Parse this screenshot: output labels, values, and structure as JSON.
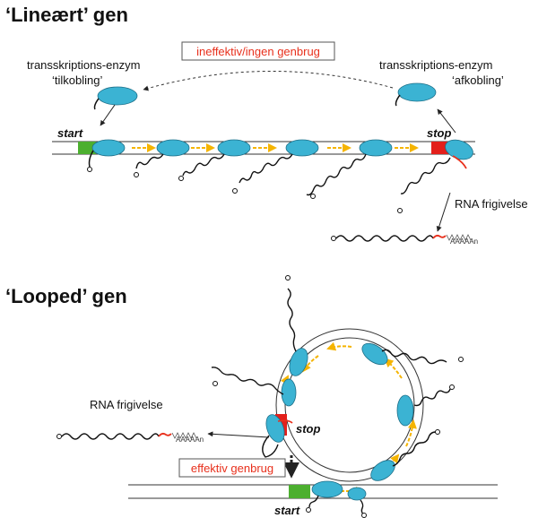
{
  "linear_section": {
    "title": "‘Lineært’ gen",
    "recycling_label": "ineffektiv/ingen genbrug",
    "attach_label_line1": "transskriptions-enzym",
    "attach_label_line2": "‘tilkobling’",
    "detach_label_line1": "transskriptions-enzym",
    "detach_label_line2": "‘afkobling’",
    "start_label": "start",
    "stop_label": "stop",
    "release_label": "RNA frigivelse",
    "polya_label": "AAAAAn"
  },
  "looped_section": {
    "title": "‘Looped’ gen",
    "release_label": "RNA frigivelse",
    "polya_label": "AAAAAn",
    "stop_label": "stop",
    "start_label": "start",
    "recycling_label": "effektiv genbrug"
  },
  "colors": {
    "enzyme": "#3bb3d3",
    "enzyme_stroke": "#1e6f88",
    "start_box": "#4caf2f",
    "stop_box": "#e3201b",
    "arrow_yellow": "#f5b400",
    "highlight_red": "#e8301c"
  }
}
